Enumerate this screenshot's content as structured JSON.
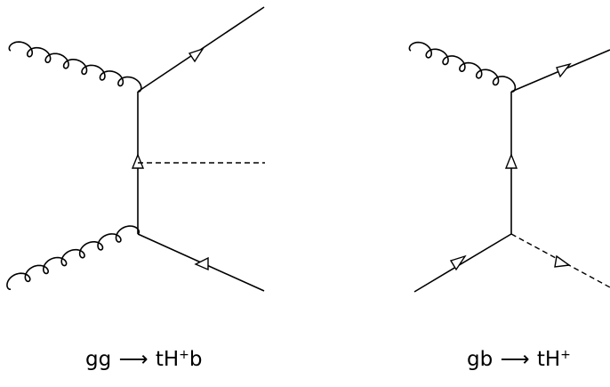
{
  "diagrams": [
    {
      "process": {
        "initial": "gg",
        "arrow": "⟶",
        "final_prefix": "tH",
        "charge": "+",
        "final_suffix": "b"
      }
    },
    {
      "process": {
        "initial": "gb",
        "arrow": "⟶",
        "final_prefix": "tH",
        "charge": "+",
        "final_suffix": ""
      }
    }
  ],
  "colors": {
    "line": "#000000",
    "background": "#ffffff"
  }
}
